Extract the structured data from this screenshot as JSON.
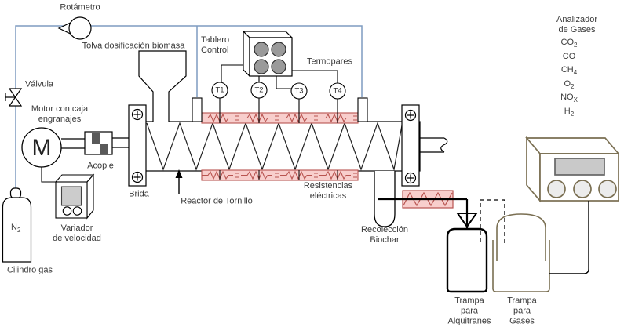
{
  "diagram": {
    "labels": {
      "rotametro": "Rotámetro",
      "tolva": "Tolva dosificación biomasa",
      "tablero": "Tablero\nControl",
      "termopares": "Termopares",
      "valvula": "Válvula",
      "motor": "Motor con caja\nengranajes",
      "acople": "Acople",
      "brida": "Brida",
      "variador": "Variador\nde velocidad",
      "cilindro": "Cilindro gas",
      "reactor": "Reactor de Tornillo",
      "resistencias": "Resistencias\neléctricas",
      "recoleccion": "Recolección\nBiochar",
      "trampa_alquitranes": "Trampa\npara\nAlquitranes",
      "trampa_gases": "Trampa\npara\nGases",
      "analizador": "Analizador de Gases",
      "motor_symbol": "M"
    },
    "thermocouples": [
      "T1",
      "T2",
      "T3",
      "T4"
    ],
    "cylinder_gas": {
      "base": "N",
      "sub": "2"
    },
    "analyzer_gases": [
      {
        "base": "CO",
        "sub": "2"
      },
      {
        "base": "CO",
        "sub": ""
      },
      {
        "base": "CH",
        "sub": "4"
      },
      {
        "base": "O",
        "sub": "2"
      },
      {
        "base": "NO",
        "sub": "X"
      },
      {
        "base": "H",
        "sub": "2"
      }
    ],
    "colors": {
      "pipe_blue": "#7e9cc0",
      "heater_fill": "#f8cecc",
      "heater_stroke": "#b85450",
      "equipment_olive": "#7a6f52"
    }
  }
}
